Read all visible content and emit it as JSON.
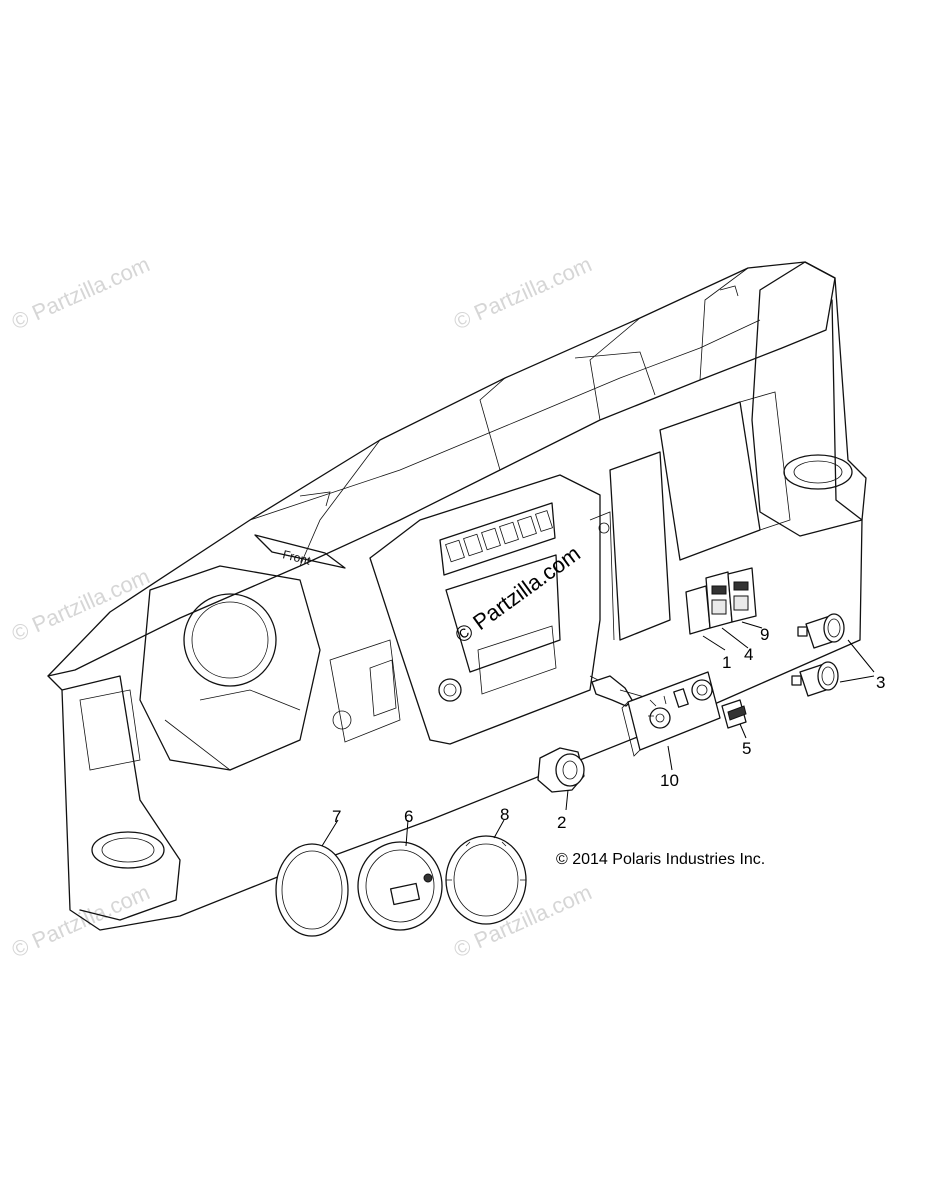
{
  "diagram": {
    "dash_label": "Front",
    "copyright": "© 2014 Polaris Industries Inc.",
    "watermark": "© Partzilla.com",
    "callouts": [
      "1",
      "2",
      "3",
      "4",
      "5",
      "6",
      "7",
      "8",
      "9",
      "10"
    ]
  }
}
